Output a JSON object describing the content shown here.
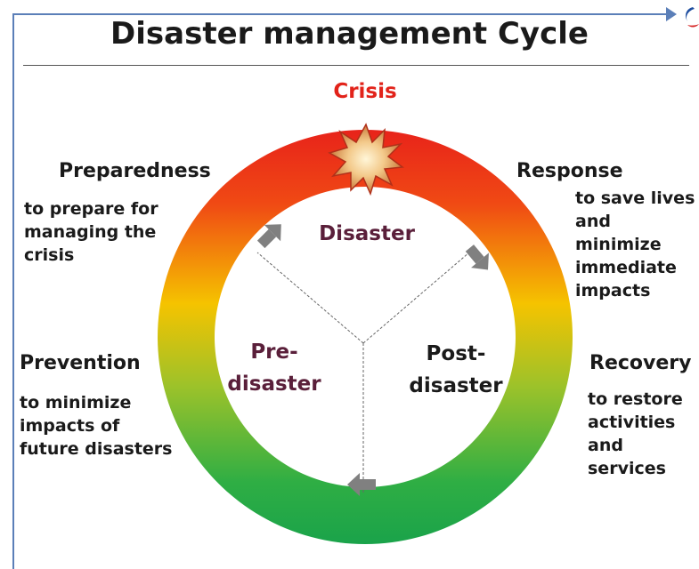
{
  "title": "Disaster management Cycle",
  "crisis": "Crisis",
  "center": {
    "disaster": "Disaster",
    "pre_disaster": [
      "Pre-",
      "disaster"
    ],
    "post_disaster": [
      "Post-",
      "disaster"
    ]
  },
  "phases": {
    "preparedness": {
      "title": "Preparedness",
      "desc": [
        "to prepare for",
        "managing the",
        "crisis"
      ]
    },
    "response": {
      "title": "Response",
      "desc": [
        "to save lives",
        "and",
        "minimize",
        "immediate",
        "impacts"
      ]
    },
    "prevention": {
      "title": "Prevention",
      "desc": [
        "to minimize",
        "impacts of",
        "future disasters"
      ]
    },
    "recovery": {
      "title": "Recovery",
      "desc": [
        "to restore",
        "activities",
        "and",
        "services"
      ]
    }
  },
  "colors": {
    "ring_top": "#e8231a",
    "ring_mid": "#f5c300",
    "ring_bottom": "#1aa34a",
    "crisis_text": "#e2231a",
    "inner_label": "#5a1f3a",
    "arrow": "#808080",
    "frame": "#5b7fb8"
  }
}
